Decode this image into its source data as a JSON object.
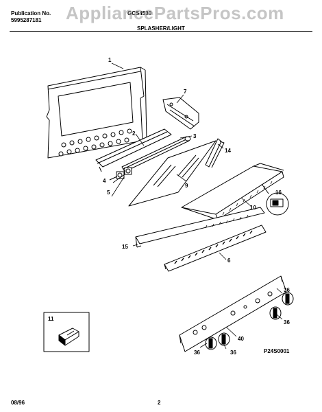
{
  "header": {
    "publication_label": "Publication No.",
    "publication_number": "5995287181",
    "model": "GCS4530",
    "section_title": "SPLASHER/LIGHT"
  },
  "watermark": "AppliancePartsPros.com",
  "part_callouts": {
    "p1": "1",
    "p2": "2",
    "p3": "3",
    "p4": "4",
    "p5": "5",
    "p6": "6",
    "p7": "7",
    "p9": "9",
    "p10": "10",
    "p11": "11",
    "p14": "14",
    "p15": "15",
    "p16": "16",
    "p36a": "36",
    "p36b": "36",
    "p36c": "36",
    "p36d": "36",
    "p40": "40"
  },
  "diagram_code": "P24S0001",
  "footer": {
    "date": "08/96",
    "page": "2"
  },
  "colors": {
    "ink": "#000000",
    "watermark": "#969696"
  }
}
